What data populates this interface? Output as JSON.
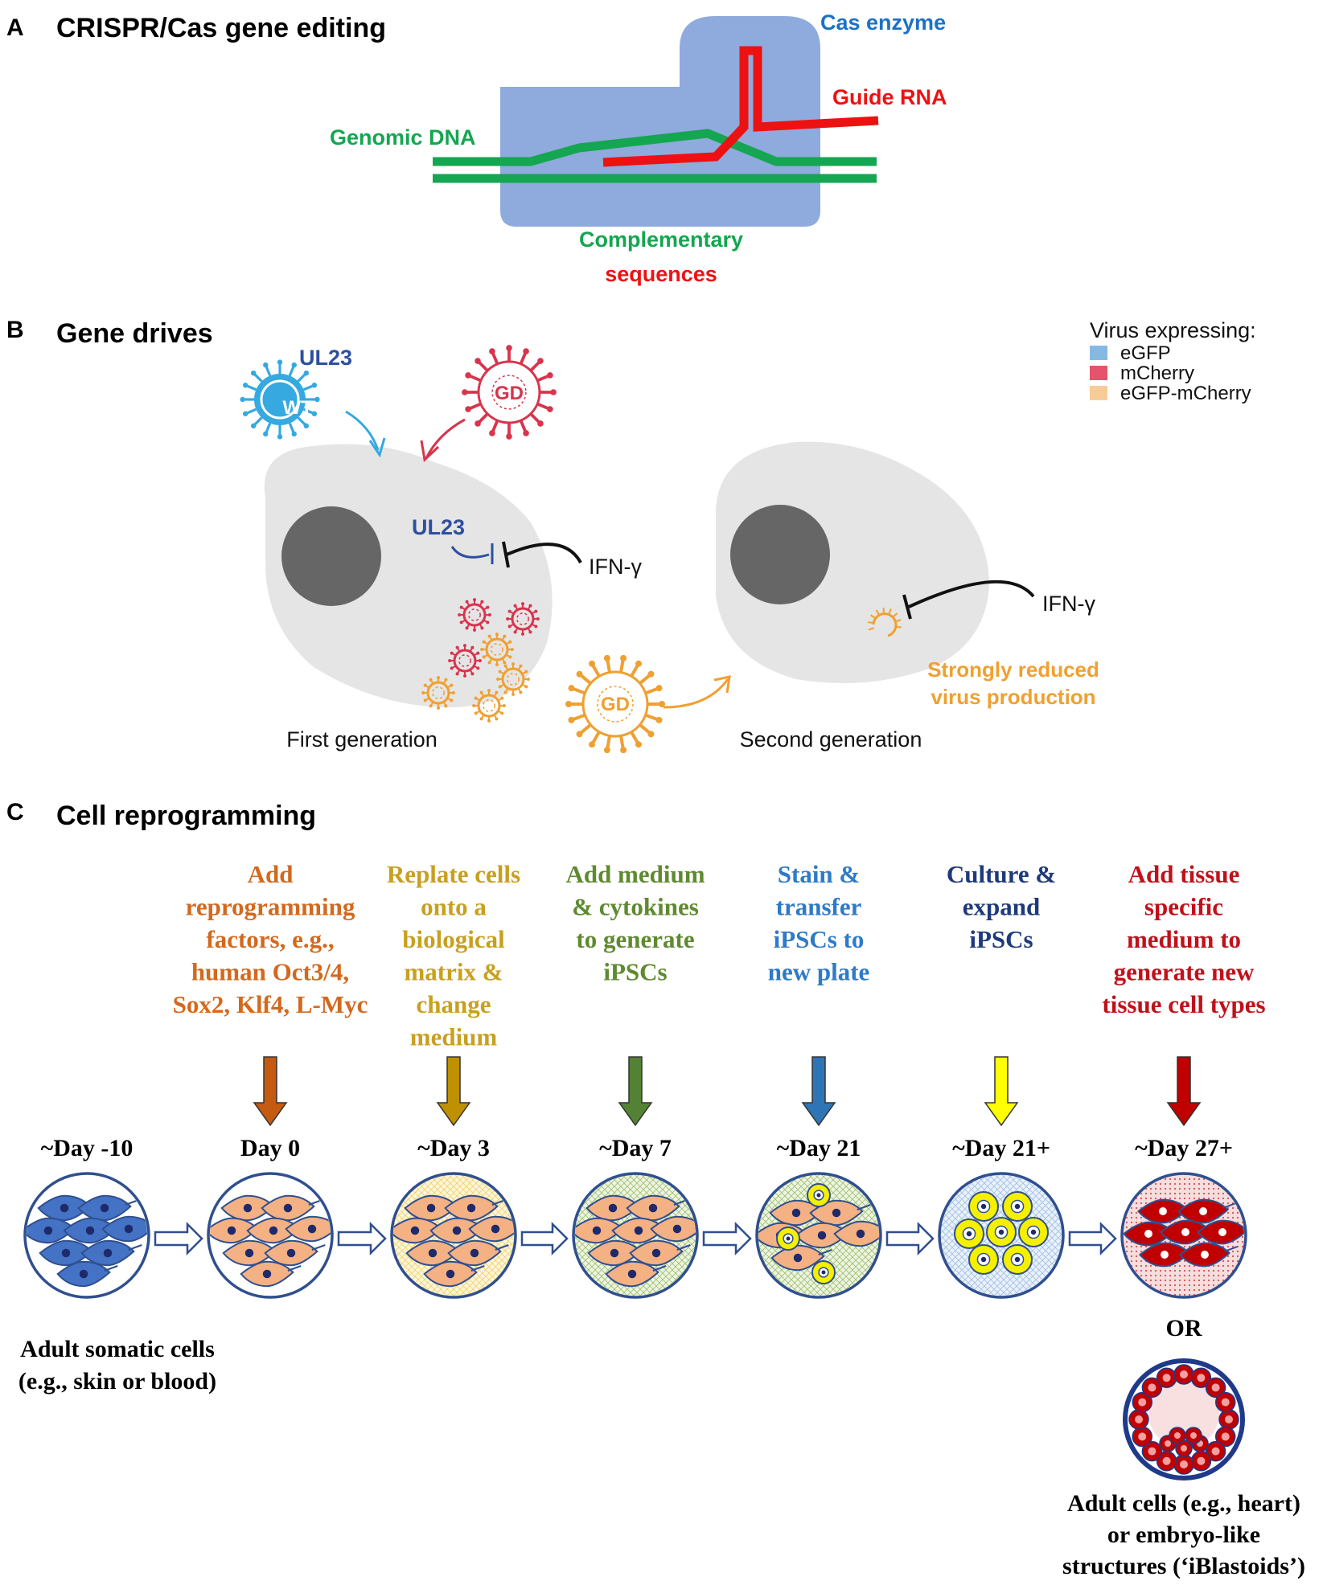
{
  "colors": {
    "cas": "#8faadc",
    "dna": "#14a650",
    "rna": "#ee1111",
    "cas_label": "#1b72c4",
    "wt": "#35a9e0",
    "gd_red": "#d8344d",
    "gd_orange": "#f0a030",
    "cell_gray": "#e5e5e5",
    "nucleus": "#666666",
    "ul23": "#2e4fa0",
    "reduced": "#f0a030",
    "legend_egfp": "#86b9e2",
    "legend_mcherry": "#e5546c",
    "legend_both": "#f8cc98"
  },
  "panel_a": {
    "letter": "A",
    "title": "CRISPR/Cas gene editing",
    "cas_enzyme": "Cas enzyme",
    "guide_rna": "Guide RNA",
    "genomic_dna": "Genomic DNA",
    "complementary": "Complementary",
    "sequences": "sequences"
  },
  "panel_b": {
    "letter": "B",
    "title": "Gene drives",
    "legend_title": "Virus expressing:",
    "legend": [
      {
        "label": "eGFP",
        "color": "#86b9e2"
      },
      {
        "label": "mCherry",
        "color": "#e5546c"
      },
      {
        "label": "eGFP-mCherry",
        "color": "#f8cc98"
      }
    ],
    "wt_virus": "WT",
    "gd_virus": "GD",
    "gd_virus_2": "GD",
    "ul23_top": "UL23",
    "ul23_cell": "UL23",
    "ifn_1": "IFN-γ",
    "ifn_2": "IFN-γ",
    "reduced_1": "Strongly reduced",
    "reduced_2": "virus production",
    "first_gen": "First generation",
    "second_gen": "Second generation"
  },
  "panel_c": {
    "letter": "C",
    "title": "Cell reprogramming",
    "steps": [
      {
        "lines": [
          "Add",
          "reprogramming",
          "factors, e.g.,",
          "human Oct3/4,",
          "Sox2, Klf4, L-Myc"
        ],
        "color": "#d2691e"
      },
      {
        "lines": [
          "Replate cells",
          "onto a",
          "biological",
          "matrix &",
          "change",
          "medium"
        ],
        "color": "#c8a020"
      },
      {
        "lines": [
          "Add medium",
          "& cytokines",
          "to generate",
          "iPSCs"
        ],
        "color": "#5f8a30"
      },
      {
        "lines": [
          "Stain &",
          "transfer",
          "iPSCs to",
          "new plate"
        ],
        "color": "#2f7ac8"
      },
      {
        "lines": [
          "Culture &",
          "expand",
          "iPSCs"
        ],
        "color": "#1f3a7a"
      },
      {
        "lines": [
          "Add tissue",
          "specific",
          "medium to",
          "generate new",
          "tissue cell types"
        ],
        "color": "#c0111b"
      }
    ],
    "arrow_colors": [
      "#c55a11",
      "#bf9000",
      "#548235",
      "#2e75b6",
      "#ffff00",
      "#c00000"
    ],
    "days": [
      "~Day -10",
      "Day 0",
      "~Day 3",
      "~Day 7",
      "~Day 21",
      "~Day 21+",
      "~Day 27+"
    ],
    "adult_somatic": [
      "Adult somatic cells",
      "(e.g., skin or blood)"
    ],
    "or": "OR",
    "adult_cells": [
      "Adult cells (e.g., heart)",
      "or embryo-like",
      "structures (‘iBlastoids’)"
    ]
  }
}
